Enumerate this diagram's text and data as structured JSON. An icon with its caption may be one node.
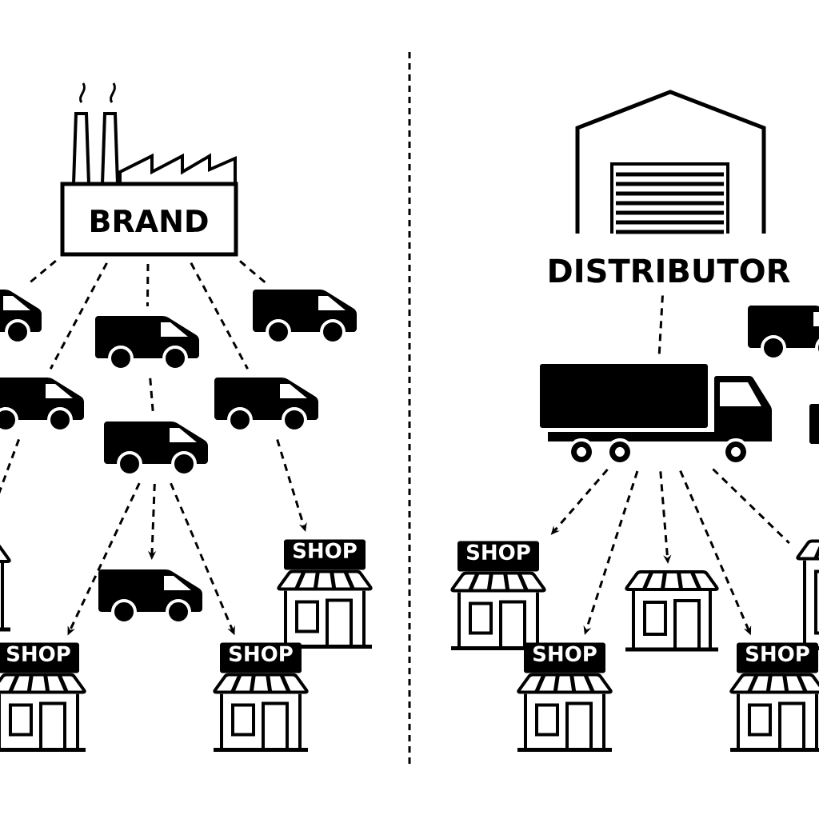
{
  "diagram": {
    "nodes": [
      {
        "text": [
          "BRAND"
        ]
      },
      {
        "text": [],
        "shape": "van"
      },
      {
        "text": [],
        "shape": "van"
      },
      {
        "text": [],
        "shape": "van"
      },
      {
        "text": [],
        "shape": "van"
      },
      {
        "text": [],
        "shape": "van"
      },
      {
        "text": [],
        "shape": "van"
      },
      {
        "text": [],
        "shape": "shop"
      },
      {
        "text": [],
        "shape": "van"
      },
      {
        "text": [
          "SHOP"
        ]
      },
      {
        "text": [
          "SHOP"
        ]
      },
      {
        "text": [
          "SHOP"
        ]
      },
      {
        "text": [
          "DISTRIBUTOR"
        ]
      },
      {
        "text": [],
        "shape": "van"
      },
      {
        "text": [],
        "shape": "truck"
      },
      {
        "text": [
          "SHOP"
        ]
      },
      {
        "text": [],
        "shape": "shop"
      },
      {
        "text": [],
        "shape": "shop"
      },
      {
        "text": [
          "SHOP"
        ]
      },
      {
        "text": [
          "SHOP"
        ]
      }
    ],
    "edges": [
      {
        "from": 0,
        "to": 1,
        "arrow": "none"
      },
      {
        "from": 0,
        "to": 2,
        "arrow": "none"
      },
      {
        "from": 0,
        "to": 3,
        "arrow": "none"
      },
      {
        "from": 0,
        "to": 5,
        "arrow": "none"
      },
      {
        "from": 0,
        "to": 4,
        "arrow": "none"
      },
      {
        "from": 3,
        "to": 6,
        "arrow": "none"
      },
      {
        "from": 2,
        "to": 7,
        "arrow": "none"
      },
      {
        "from": 6,
        "to": 10,
        "arrow": "to"
      },
      {
        "from": 6,
        "to": 8,
        "arrow": "to"
      },
      {
        "from": 6,
        "to": 11,
        "arrow": "to"
      },
      {
        "from": 5,
        "to": 9,
        "arrow": "to"
      },
      {
        "from": 12,
        "to": 14,
        "arrow": "none"
      },
      {
        "from": 14,
        "to": 15,
        "arrow": "to"
      },
      {
        "from": 14,
        "to": 18,
        "arrow": "to"
      },
      {
        "from": 14,
        "to": 16,
        "arrow": "to"
      },
      {
        "from": 14,
        "to": 19,
        "arrow": "to"
      },
      {
        "from": 14,
        "to": 17,
        "arrow": "none"
      }
    ]
  }
}
